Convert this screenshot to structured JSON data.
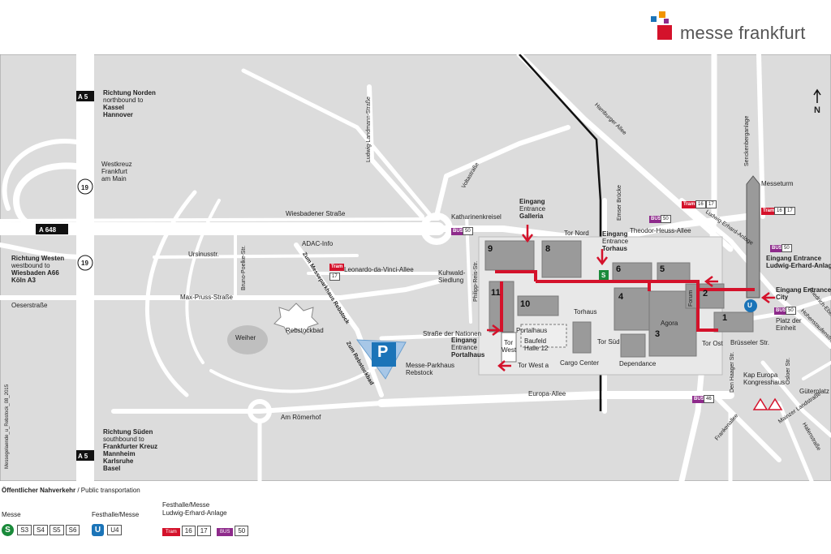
{
  "brand": {
    "name": "messe frankfurt",
    "colors": {
      "red": "#d4122b",
      "blue": "#1b74b8",
      "orange": "#f29400",
      "purple": "#8e2a8b"
    }
  },
  "compass": {
    "label": "N",
    "icon": "north-arrow-icon"
  },
  "motorway": {
    "a5": "A 5",
    "a648": "A 648",
    "b19": "19"
  },
  "directions": {
    "north": {
      "l1": "Richtung Norden",
      "l2": "northbound to",
      "l3": "Kassel",
      "l4": "Hannover"
    },
    "westkreuz": {
      "l1": "Westkreuz",
      "l2": "Frankfurt",
      "l3": "am Main"
    },
    "west": {
      "l1": "Richtung Westen",
      "l2": "westbound to",
      "l3": "Wiesbaden A66",
      "l4": "Köln A3"
    },
    "south": {
      "l1": "Richtung Süden",
      "l2": "southbound to",
      "l3": "Frankfurter Kreuz",
      "l4": "Mannheim",
      "l5": "Karlsruhe",
      "l6": "Basel"
    }
  },
  "streets": {
    "wiesbadener": "Wiesbadener Straße",
    "ursinus": "Ursinusstr.",
    "maxpruss": "Max-Pruss-Straße",
    "oeser": "Oeserstraße",
    "bruno": "Bruno-Poelke-Str.",
    "ludwig_landmann": "Ludwig-Landmann-Straße",
    "volta": "Voltastraße",
    "katharinen": "Katharinenkreisel",
    "hamburger": "Hamburger Allee",
    "emser": "Emser Brücke",
    "theodor": "Theodor-Heuss-Allee",
    "ludwig_erhard": "Ludwig-Erhard-Anlage",
    "senckenberg": "Senckenberganlage",
    "philipp": "Philipp-Reis-Str.",
    "leonardo": "Leonardo-da-Vinci-Allee",
    "kuhwald1": "Kuhwald-",
    "kuhwald2": "Siedlung",
    "zum_parkhaus": "Zum Messeparkhaus Rebstock",
    "zum_rebstockbad": "Zum Rebstockbad",
    "strasse_nationen": "Straße der Nationen",
    "europa": "Europa-Allee",
    "am_roemerhof": "Am Römerhof",
    "den_haager": "Den Haager Str.",
    "bruesseler": "Brüsseler Str.",
    "osloer": "Osloer Str.",
    "frankenallee": "Frankenallee",
    "mainzer": "Mainzer Landstraße",
    "gueterplatz": "Güterplatz",
    "friedrich": "Friedrich-Ebert-Anlage",
    "hohenstaufen": "Hohenstaufenstr.",
    "hafenstrasse": "Hafenstraße",
    "platz_einheit1": "Platz der",
    "platz_einheit2": "Einheit"
  },
  "places": {
    "adac": "ADAC-Info",
    "weiher": "Weiher",
    "rebstockbad": "Rebstockbad",
    "parkhaus1": "Messe-Parkhaus",
    "parkhaus2": "Rebstock",
    "portalhaus": "Portalhaus",
    "torhaus": "Torhaus",
    "cargo": "Cargo Center",
    "dependance": "Dependance",
    "agora": "Agora",
    "forum": "Forum",
    "messeturm": "Messeturm",
    "baufeld1": "Baufeld",
    "baufeld2": "Halle 12",
    "kap1": "Kap Europa",
    "kap2": "Kongresshaus",
    "parking_symbol": "P"
  },
  "gates": {
    "nord": "Tor Nord",
    "sued": "Tor Süd",
    "ost": "Tor Ost",
    "west1": "Tor",
    "west2": "West",
    "west_a": "Tor West a"
  },
  "entrances": {
    "galleria": {
      "l1": "Eingang",
      "l2": "Entrance",
      "l3": "Galleria"
    },
    "torhaus": {
      "l1": "Eingang",
      "l2": "Entrance",
      "l3": "Torhaus"
    },
    "portalhaus": {
      "l1": "Eingang",
      "l2": "Entrance",
      "l3": "Portalhaus"
    },
    "ludwig": {
      "l1": "Eingang Entrance",
      "l2": "Ludwig-Erhard-Anlage"
    },
    "city": {
      "l1": "Eingang Entrance",
      "l2": "City"
    }
  },
  "halls": [
    "1",
    "2",
    "3",
    "4",
    "5",
    "6",
    "8",
    "9",
    "10",
    "11"
  ],
  "transit": {
    "bus50": "BUS",
    "bus_line": "50",
    "bus46_line": "46",
    "tram": "Tram",
    "tram16": "16",
    "tram17": "17",
    "sbahn": "S",
    "ubahn": "U"
  },
  "legend": {
    "title_bold": "Öffentlicher Nahverkehr",
    "title_rest": " / Public transportation",
    "messe": "Messe",
    "festhalle": "Festhalle/Messe",
    "festhalle2a": "Festhalle/Messe",
    "festhalle2b": "Ludwig-Erhard-Anlage",
    "s_lines": [
      "S3",
      "S4",
      "S5",
      "S6"
    ],
    "u_line": "U4",
    "tram_lines": [
      "16",
      "17"
    ],
    "bus_line": "50"
  },
  "credit": "Messegelaende_u_Rebstock_08_2015"
}
